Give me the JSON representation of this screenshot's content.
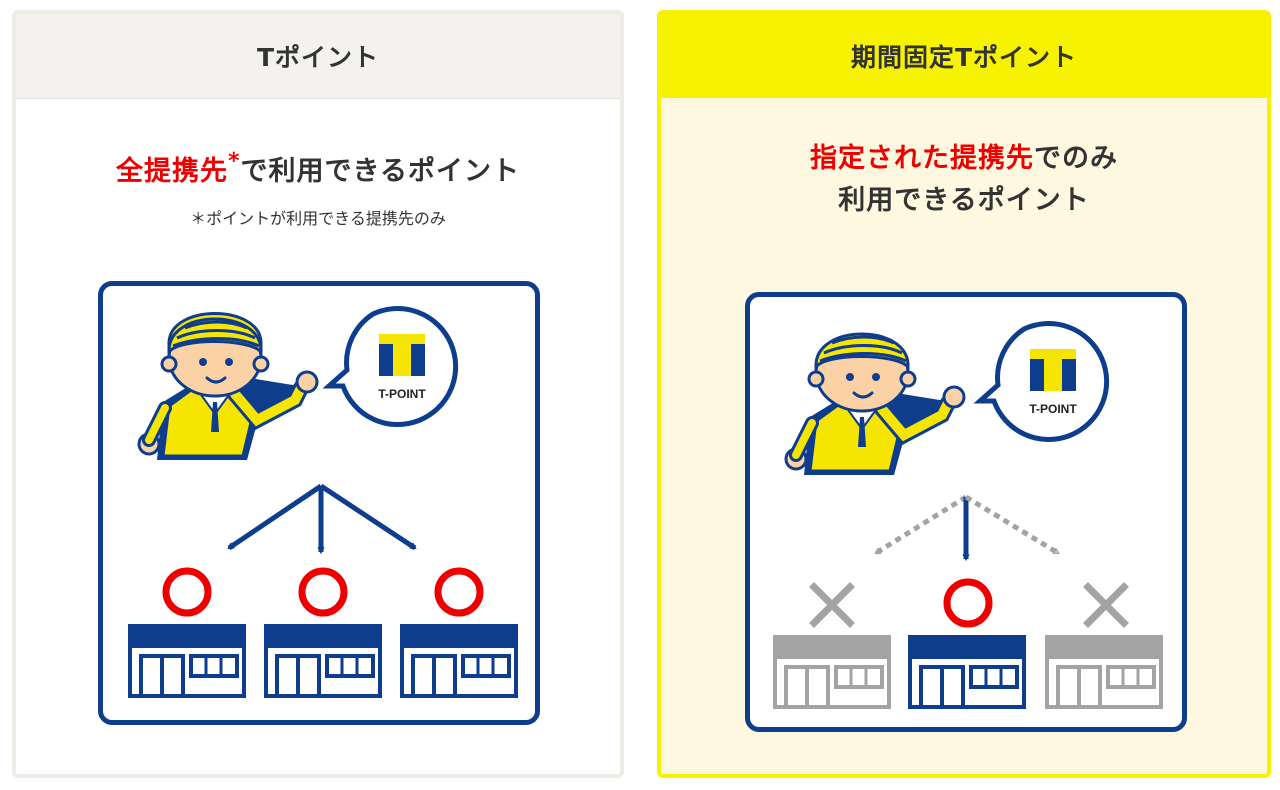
{
  "colors": {
    "navy": "#0e3d8e",
    "red": "#ee0000",
    "yellow": "#f6f200",
    "gray": "#a3a3a3",
    "left_header_bg": "#f4f2ee",
    "right_panel_bg": "#fdf8df"
  },
  "left": {
    "header": "Tポイント",
    "headline_red": "全提携先",
    "headline_star": "*",
    "headline_rest": "で利用できるポイント",
    "note": "＊ポイントが利用できる提携先のみ",
    "logo_text": "T-POINT",
    "stores": [
      {
        "status": "available",
        "mark": "circle"
      },
      {
        "status": "available",
        "mark": "circle"
      },
      {
        "status": "available",
        "mark": "circle"
      }
    ]
  },
  "right": {
    "header": "期間固定Tポイント",
    "headline_red": "指定された提携先",
    "headline_rest1": "でのみ",
    "headline_line2": "利用できるポイント",
    "logo_text": "T-POINT",
    "stores": [
      {
        "status": "unavailable",
        "mark": "cross"
      },
      {
        "status": "available",
        "mark": "circle"
      },
      {
        "status": "unavailable",
        "mark": "cross"
      }
    ]
  }
}
